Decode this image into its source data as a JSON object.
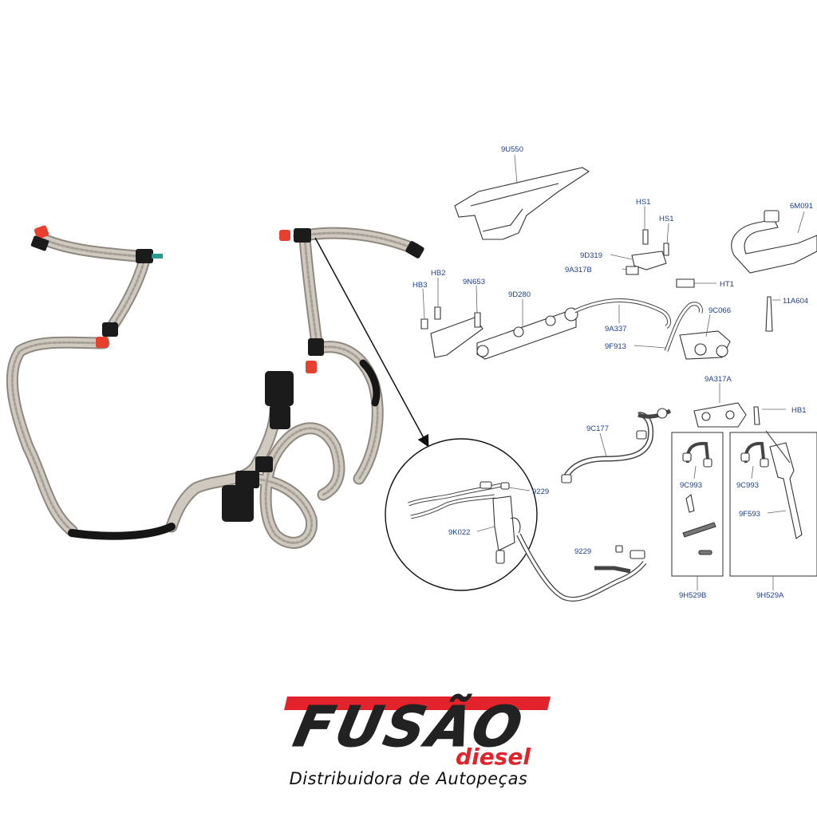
{
  "labels": {
    "9u550": "9U550",
    "hs1_a": "HS1",
    "hs1_b": "HS1",
    "6m091": "6M091",
    "9d319": "9D319",
    "9a317b": "9A317B",
    "ht1": "HT1",
    "11a604": "11A604",
    "hb2": "HB2",
    "hb3": "HB3",
    "9n653": "9N653",
    "9d280": "9D280",
    "9a337": "9A337",
    "9c066": "9C066",
    "9f913": "9F913",
    "9a317a": "9A317A",
    "hb1": "HB1",
    "9c177": "9C177",
    "9c993_a": "9C993",
    "9c993_b": "9C993",
    "9f593": "9F593",
    "9229_a": "9229",
    "9229_b": "9229",
    "9k022": "9K022",
    "9h529b": "9H529B",
    "9h529a": "9H529A"
  },
  "brand": {
    "name": "FUSÃO",
    "sub": "diesel",
    "tagline": "Distribuidora de Autopeças"
  },
  "colors": {
    "label_blue": "#1f3f8f",
    "brand_red": "#e3232b",
    "brand_dark": "#222222",
    "hose_braid": "#b9b3aa",
    "cap_red": "#e8402f"
  }
}
